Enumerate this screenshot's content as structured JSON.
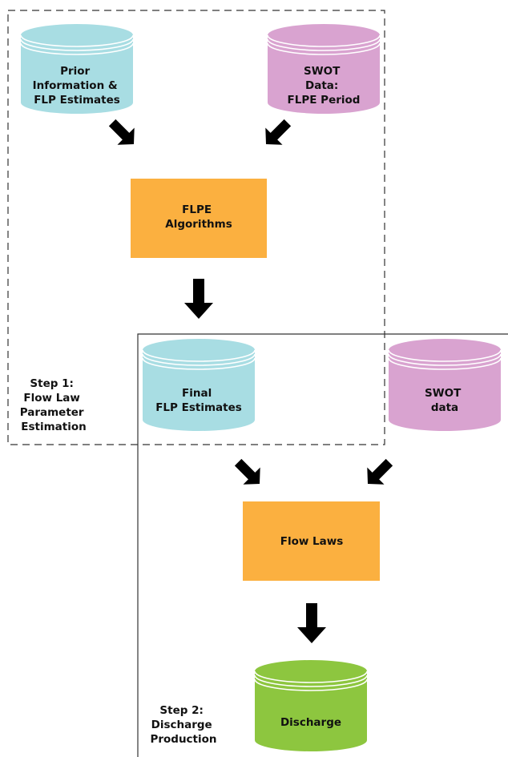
{
  "colors": {
    "prior": "#a8dde3",
    "swot": "#d9a3d0",
    "process": "#fbb040",
    "discharge": "#8dc63f",
    "arrow": "#000000"
  },
  "step1": {
    "lines": [
      "Step 1:",
      "Flow Law",
      "Parameter",
      "Estimation"
    ]
  },
  "step2": {
    "lines": [
      "Step 2:",
      "Discharge",
      "Production"
    ]
  },
  "nodes": {
    "prior": {
      "lines": [
        "Prior",
        "Information &",
        "FLP Estimates"
      ]
    },
    "swot1": {
      "lines": [
        "SWOT",
        "Data:",
        "FLPE Period"
      ]
    },
    "flpe": {
      "lines": [
        "FLPE",
        "Algorithms"
      ]
    },
    "final": {
      "lines": [
        "Final",
        "FLP Estimates"
      ]
    },
    "swot2": {
      "lines": [
        "SWOT",
        "data"
      ]
    },
    "flowlaws": {
      "lines": [
        "Flow Laws"
      ]
    },
    "discharge": {
      "lines": [
        "Discharge"
      ]
    }
  }
}
